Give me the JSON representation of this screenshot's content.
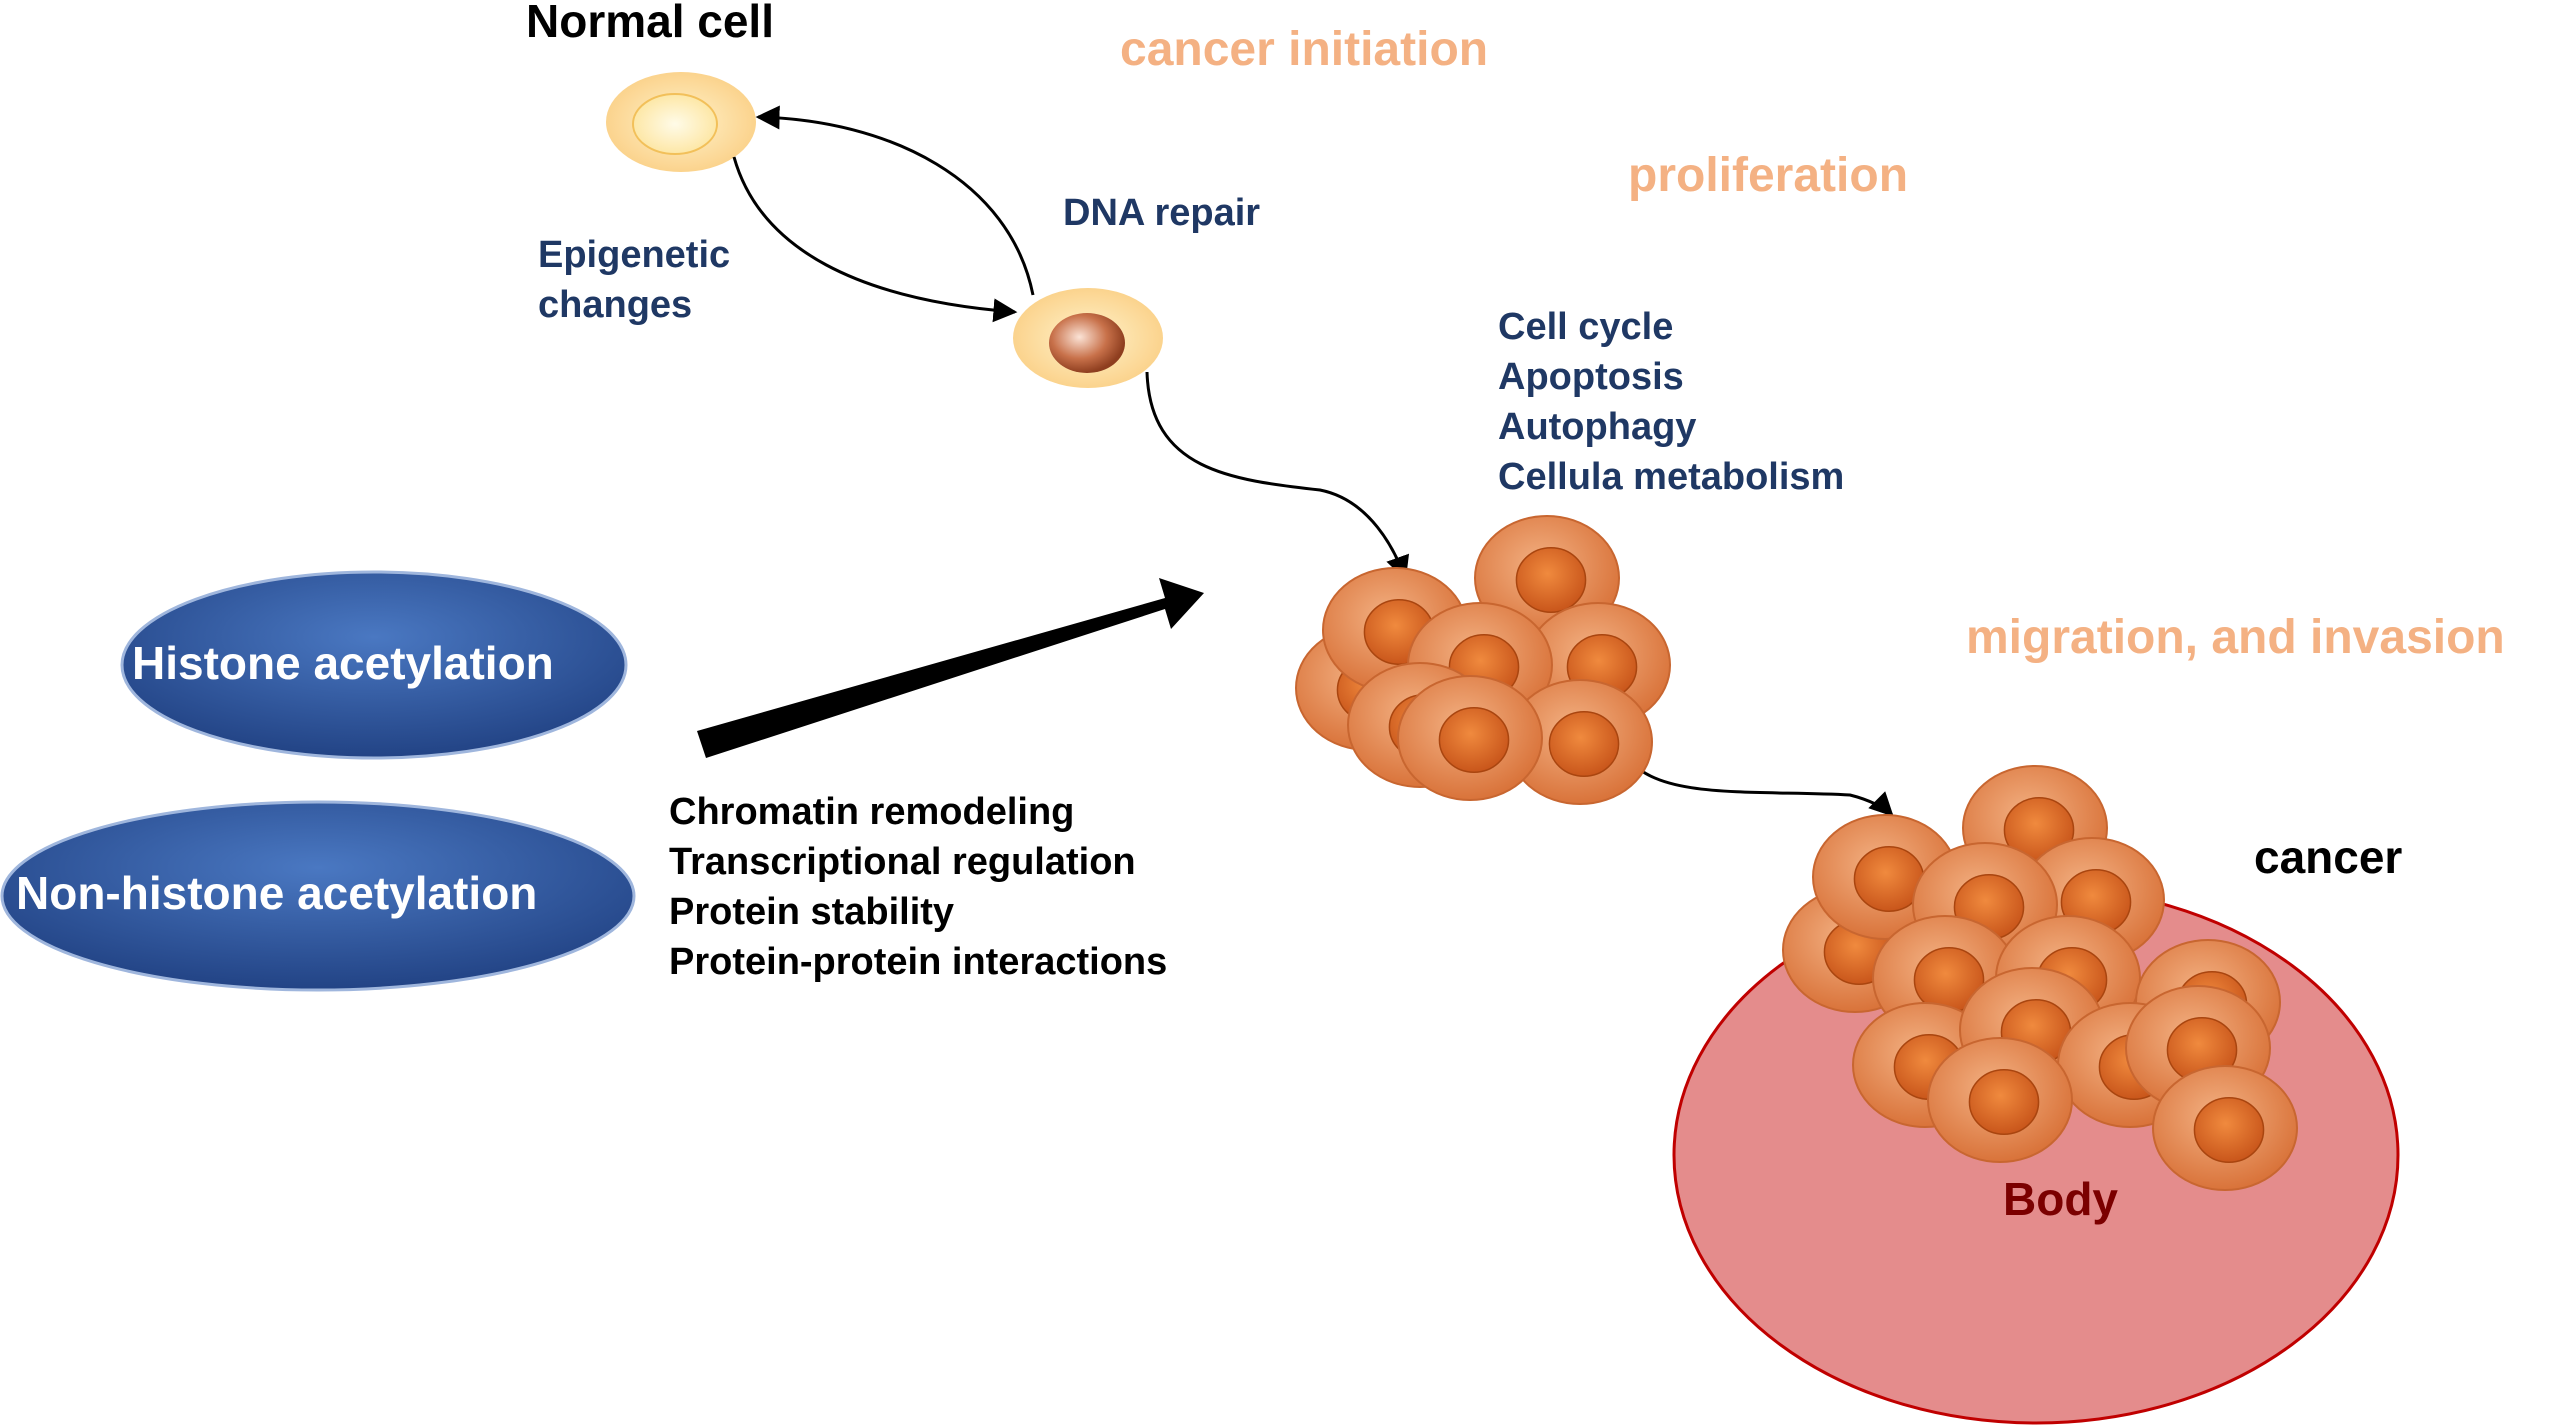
{
  "labels": {
    "normal_cell": "Normal cell",
    "cancer_initiation": "cancer initiation",
    "proliferation": "proliferation",
    "migration_invasion": "migration, and invasion",
    "dna_repair": "DNA repair",
    "epigenetic_changes": [
      "Epigenetic",
      "changes"
    ],
    "cell_processes": [
      "Cell cycle",
      "Apoptosis",
      "Autophagy",
      "Cellula metabolism"
    ],
    "histone_acetylation": "Histone acetylation",
    "non_histone_acetylation": "Non-histone acetylation",
    "mechanisms": [
      "Chromatin remodeling",
      "Transcriptional regulation",
      "Protein stability",
      "Protein-protein interactions"
    ],
    "cancer": "cancer",
    "body": "Body"
  },
  "colors": {
    "stage_text": "#f4b183",
    "blue_text": "#1f3864",
    "oval_fill": "#2e5597",
    "cell_outer": "#e2844d",
    "cell_nucleus": "#e06a1d",
    "body_fill": "#e48c8c",
    "body_stroke": "#c00000",
    "body_text": "#7b0000"
  }
}
